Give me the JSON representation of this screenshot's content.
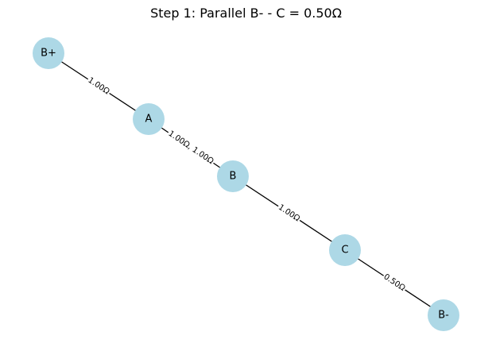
{
  "title": "Step 1: Parallel B- - C = 0.50Ω",
  "colors": {
    "node_fill": "#add8e6",
    "edge": "#000000",
    "background": "#ffffff"
  },
  "nodes": [
    {
      "id": "B+",
      "label": "B+"
    },
    {
      "id": "A",
      "label": "A"
    },
    {
      "id": "B",
      "label": "B"
    },
    {
      "id": "C",
      "label": "C"
    },
    {
      "id": "B-",
      "label": "B-"
    }
  ],
  "edges": [
    {
      "source": "B+",
      "target": "A",
      "label": "1.00Ω"
    },
    {
      "source": "A",
      "target": "B",
      "label": "1.00Ω, 1.00Ω"
    },
    {
      "source": "B",
      "target": "C",
      "label": "1.00Ω"
    },
    {
      "source": "C",
      "target": "B-",
      "label": "0.50Ω"
    }
  ]
}
